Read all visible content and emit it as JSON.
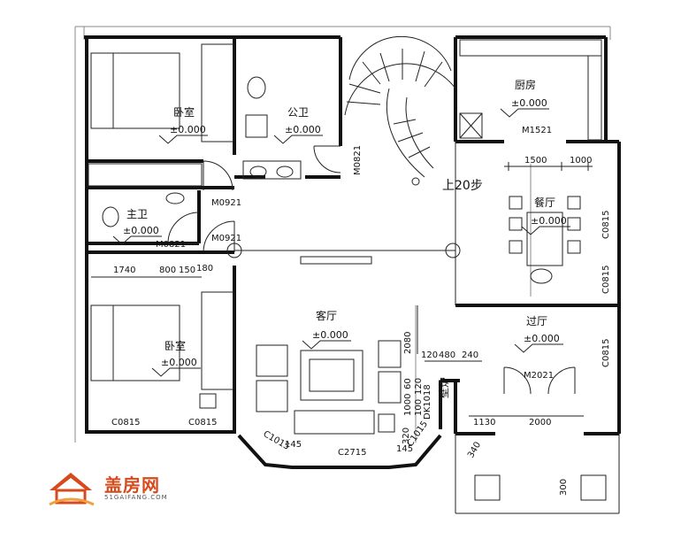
{
  "rooms": {
    "bedroom_top": {
      "name": "卧室",
      "elev": "±0.000"
    },
    "public_bath": {
      "name": "公卫",
      "elev": "±0.000"
    },
    "kitchen": {
      "name": "厨房",
      "elev": "±0.000"
    },
    "master_bath": {
      "name": "主卫",
      "elev": "±0.000"
    },
    "dining": {
      "name": "餐厅",
      "elev": "±0.000"
    },
    "living": {
      "name": "客厅",
      "elev": "±0.000"
    },
    "bedroom_bottom": {
      "name": "卧室",
      "elev": "±0.000"
    },
    "hall": {
      "name": "过厅",
      "elev": "±0.000"
    }
  },
  "stair_label": "上20步",
  "fireplace_label": "壁炉",
  "codes": {
    "m1521": "M1521",
    "m0821_a": "M0821",
    "m0921_a": "M0921",
    "m0821_b": "M0821",
    "m0921_b": "M0921",
    "c0815_r1": "C0815",
    "c0815_r2": "C0815",
    "c0815_r3": "C0815",
    "m2021": "M2021",
    "dk1018": "DK1018",
    "c0815_b1": "C0815",
    "c0815_b2": "C0815",
    "c1015_l": "C1015",
    "c2715": "C2715",
    "c1015_r": "C1015"
  },
  "dims": {
    "d1500": "1500",
    "d1000": "1000",
    "d1740": "1740",
    "d800": "800",
    "d150": "150",
    "d180": "180",
    "d2080": "2080",
    "d120a": "120",
    "d480": "480",
    "d240": "240",
    "d1000b": "1000",
    "d60": "60",
    "d120b": "120",
    "d100": "100",
    "d1130": "1130",
    "d2000": "2000",
    "d145a": "145",
    "d145b": "145",
    "d320": "320",
    "d340": "340",
    "d300": "300"
  },
  "logo": {
    "name": "盖房网",
    "domain": "51GAIFANG.COM",
    "accent": "#d64a1c",
    "icon": "house-icon"
  }
}
